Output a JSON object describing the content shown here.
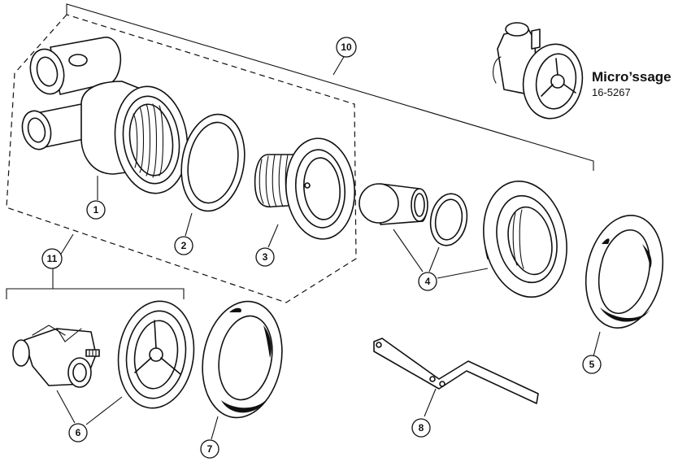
{
  "product": {
    "title": "Micro’ssage",
    "part_number": "16-5267"
  },
  "callouts": [
    "1",
    "2",
    "3",
    "4",
    "5",
    "6",
    "7",
    "8",
    "10",
    "11"
  ],
  "parts": [
    "jet-body-tee",
    "gasket",
    "wall-fitting",
    "eyeball-and-retainer",
    "trim-ring",
    "micro-jet-insert",
    "escutcheon-trim",
    "wrench"
  ]
}
